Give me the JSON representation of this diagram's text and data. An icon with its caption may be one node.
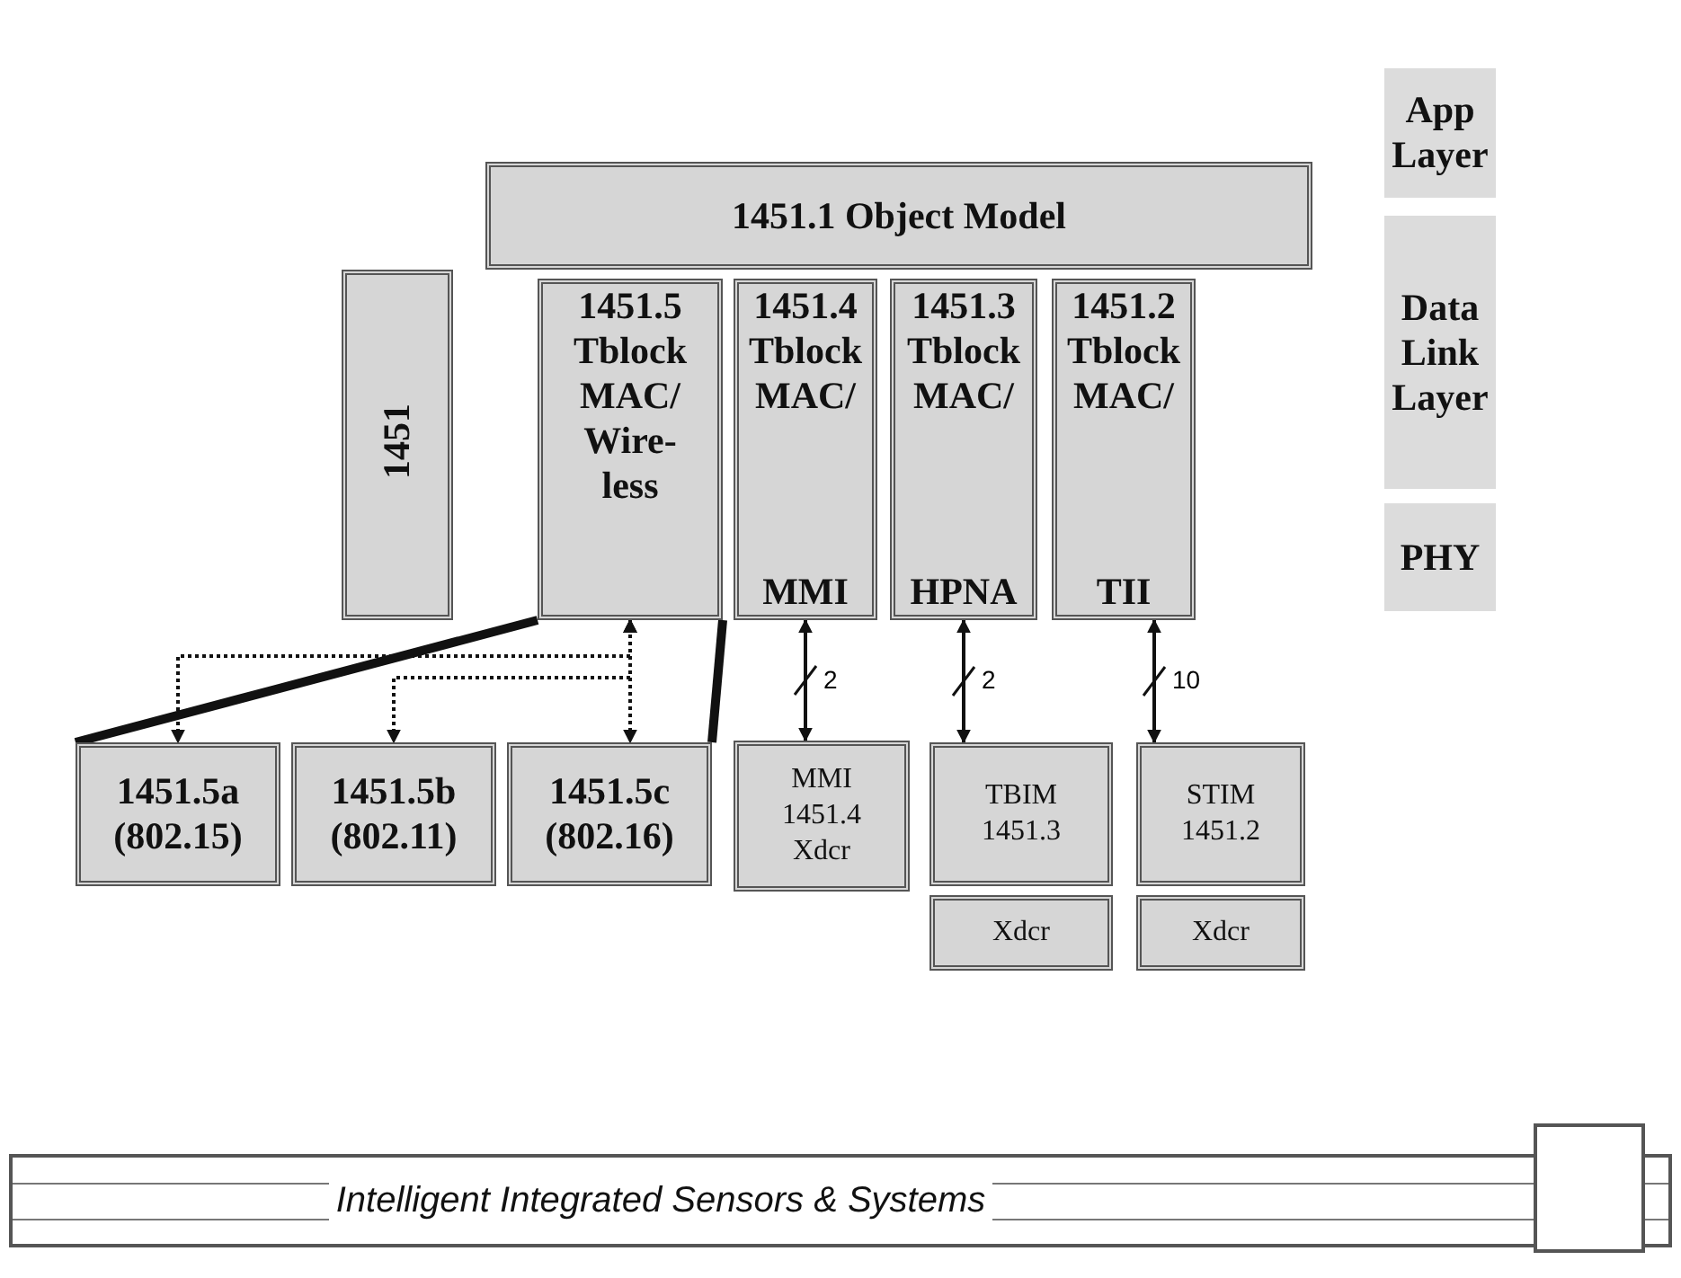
{
  "diagram": {
    "nodes": [
      {
        "text": [
          "1451.1 Object Model"
        ]
      },
      {
        "text": [
          "1451"
        ]
      },
      {
        "text": [
          "1451.5 Tblock MAC/ Wire- less"
        ]
      },
      {
        "text": [
          "1451.4 Tblock MAC/",
          "MMI"
        ]
      },
      {
        "text": [
          "1451.3 Tblock MAC/",
          "HPNA"
        ]
      },
      {
        "text": [
          "1451.2 Tblock MAC/",
          "TII"
        ]
      },
      {
        "text": [
          "App Layer"
        ]
      },
      {
        "text": [
          "Data Link Layer"
        ]
      },
      {
        "text": [
          "PHY"
        ]
      },
      {
        "text": [
          "1451.5a (802.15)"
        ]
      },
      {
        "text": [
          "1451.5b (802.11)"
        ]
      },
      {
        "text": [
          "1451.5c (802.16)"
        ]
      },
      {
        "text": [
          "MMI 1451.4 Xdcr"
        ]
      },
      {
        "text": [
          "TBIM 1451.3"
        ]
      },
      {
        "text": [
          "Xdcr"
        ]
      },
      {
        "text": [
          "STIM 1451.2"
        ]
      },
      {
        "text": [
          "Xdcr"
        ]
      },
      {
        "text": [
          "Intelligent Integrated Sensors & Systems"
        ]
      },
      {
        "text": [],
        "shape": "box"
      }
    ],
    "edges": [
      {
        "from": 2,
        "to": 9,
        "arrow": "both",
        "style": "dashed"
      },
      {
        "from": 2,
        "to": 10,
        "arrow": "both",
        "style": "dashed"
      },
      {
        "from": 2,
        "to": 11,
        "arrow": "both",
        "style": "dashed"
      },
      {
        "from": 3,
        "to": 12,
        "arrow": "both",
        "label": "2"
      },
      {
        "from": 4,
        "to": 13,
        "arrow": "both",
        "label": "2"
      },
      {
        "from": 5,
        "to": 15,
        "arrow": "both",
        "label": "10"
      },
      {
        "from": 2,
        "to": 9,
        "arrow": "none",
        "style": "thick"
      },
      {
        "from": 2,
        "to": 11,
        "arrow": "none",
        "style": "thick"
      }
    ]
  }
}
